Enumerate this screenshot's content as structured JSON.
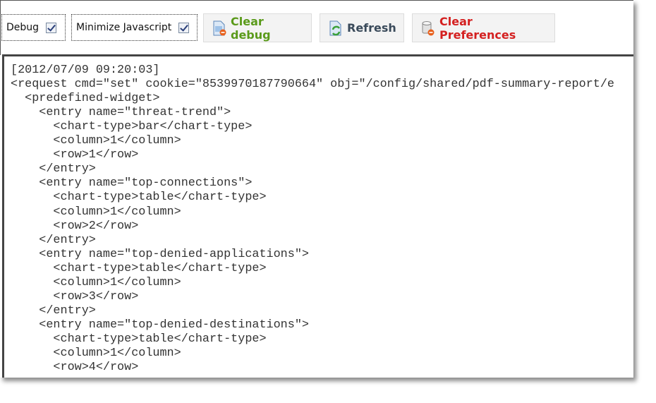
{
  "toolbar": {
    "debug": {
      "label": "Debug",
      "checked": true
    },
    "minimize_js": {
      "label": "Minimize Javascript",
      "checked": true
    },
    "clear_debug": {
      "label": "Clear debug",
      "color": "#5a9a1a",
      "icon": "document-remove-icon"
    },
    "refresh": {
      "label": "Refresh",
      "color": "#3a4a5a",
      "icon": "document-refresh-icon"
    },
    "clear_preferences": {
      "label": "Clear Preferences",
      "color": "#d42020",
      "icon": "database-remove-icon"
    }
  },
  "log": {
    "lines": [
      "[2012/07/09 09:20:03]",
      "<request cmd=\"set\" cookie=\"8539970187790664\" obj=\"/config/shared/pdf-summary-report/e",
      "  <predefined-widget>",
      "    <entry name=\"threat-trend\">",
      "      <chart-type>bar</chart-type>",
      "      <column>1</column>",
      "      <row>1</row>",
      "    </entry>",
      "    <entry name=\"top-connections\">",
      "      <chart-type>table</chart-type>",
      "      <column>1</column>",
      "      <row>2</row>",
      "    </entry>",
      "    <entry name=\"top-denied-applications\">",
      "      <chart-type>table</chart-type>",
      "      <column>1</column>",
      "      <row>3</row>",
      "    </entry>",
      "    <entry name=\"top-denied-destinations\">",
      "      <chart-type>table</chart-type>",
      "      <column>1</column>",
      "      <row>4</row>"
    ]
  }
}
